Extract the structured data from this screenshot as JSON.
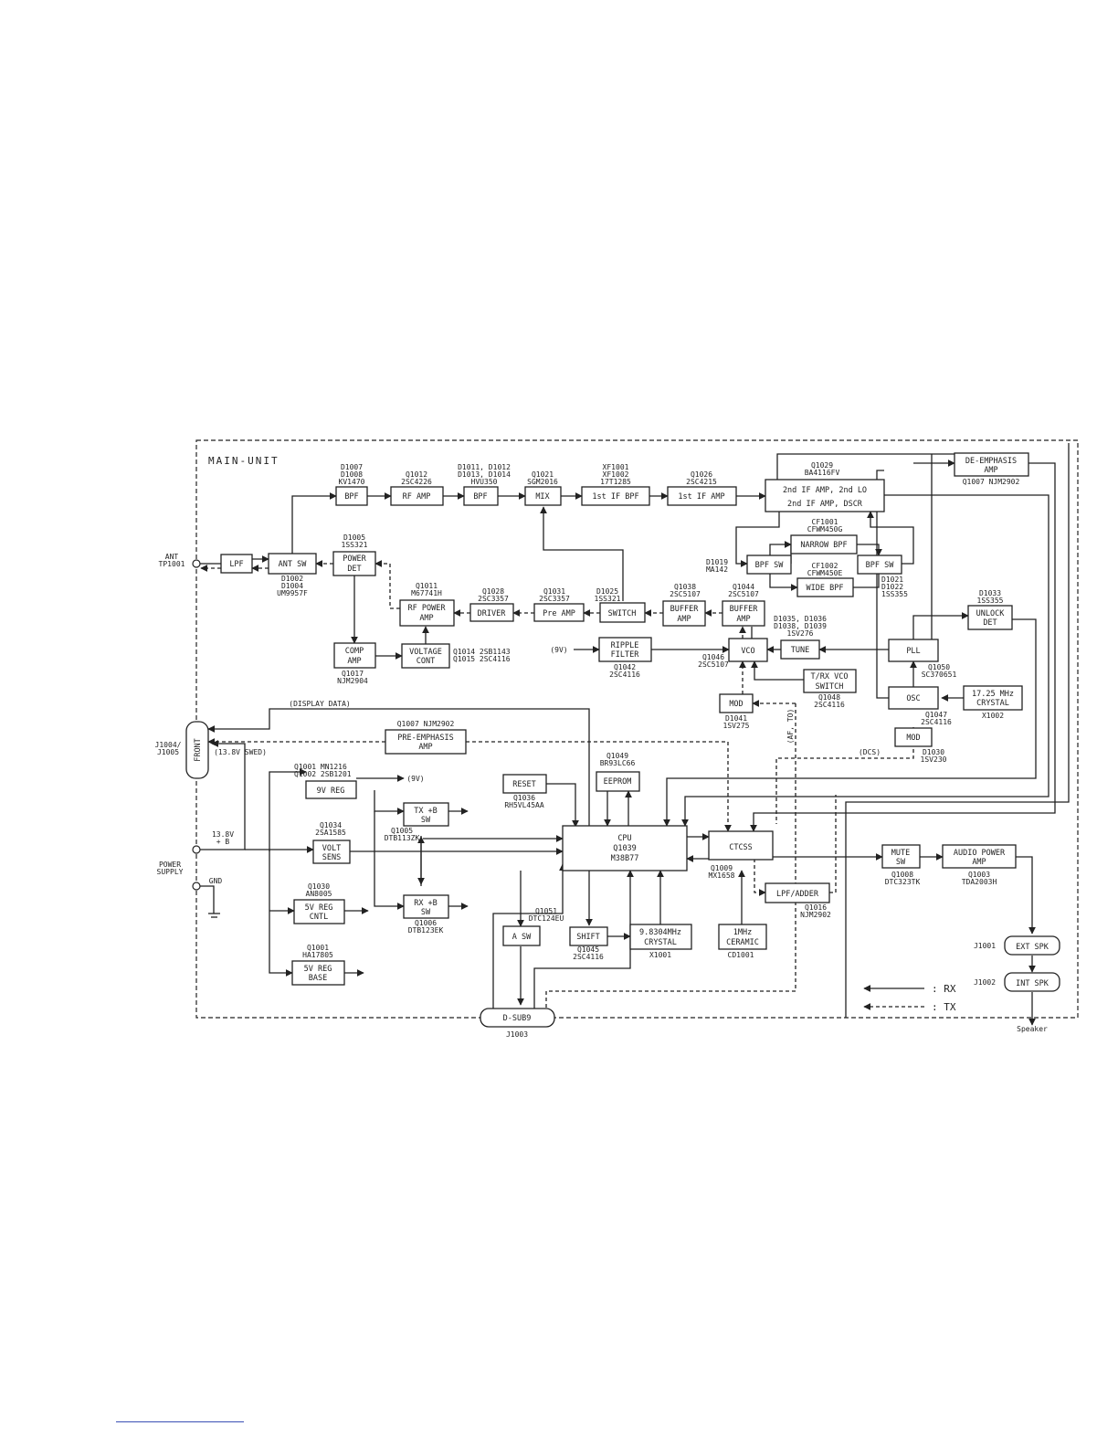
{
  "title": "MAIN-UNIT",
  "legend": {
    "rx": ": RX",
    "tx": ": TX"
  },
  "blocks": {
    "lpf": [
      "LPF"
    ],
    "ant_sw": [
      "ANT SW"
    ],
    "power_det": [
      "POWER",
      "DET"
    ],
    "bpf1": [
      "BPF"
    ],
    "rf_amp": [
      "RF AMP"
    ],
    "bpf2": [
      "BPF"
    ],
    "mix": [
      "MIX"
    ],
    "if1_bpf": [
      "1st IF BPF"
    ],
    "if1_amp": [
      "1st IF AMP"
    ],
    "if2": [
      "2nd IF AMP, 2nd LO",
      "2nd IF AMP, DSCR"
    ],
    "de_emph": [
      "DE-EMPHASIS",
      "AMP"
    ],
    "narrow_bpf": [
      "NARROW BPF"
    ],
    "bpf_sw1": [
      "BPF SW"
    ],
    "bpf_sw2": [
      "BPF SW"
    ],
    "wide_bpf": [
      "WIDE BPF"
    ],
    "rf_power_amp": [
      "RF POWER",
      "AMP"
    ],
    "driver": [
      "DRIVER"
    ],
    "pre_amp": [
      "Pre AMP"
    ],
    "switch": [
      "SWITCH"
    ],
    "buffer_amp1": [
      "BUFFER",
      "AMP"
    ],
    "buffer_amp2": [
      "BUFFER",
      "AMP"
    ],
    "unlock_det": [
      "UNLOCK",
      "DET"
    ],
    "comp_amp": [
      "COMP",
      "AMP"
    ],
    "voltage_cont": [
      "VOLTAGE",
      "CONT"
    ],
    "ripple_filter": [
      "RIPPLE",
      "FILTER"
    ],
    "vco": [
      "VCO"
    ],
    "tune": [
      "TUNE"
    ],
    "pll": [
      "PLL"
    ],
    "trx_vco_sw": [
      "T/RX VCO",
      "SWITCH"
    ],
    "mod1": [
      "MOD"
    ],
    "osc": [
      "OSC"
    ],
    "crystal_1725": [
      "17.25 MHz",
      "CRYSTAL"
    ],
    "mod2": [
      "MOD"
    ],
    "pre_emph": [
      "PRE-EMPHASIS",
      "AMP"
    ],
    "front": [
      "FRONT"
    ],
    "reg_9v": [
      "9V REG"
    ],
    "reset": [
      "RESET"
    ],
    "eeprom": [
      "EEPROM"
    ],
    "tx_b_sw": [
      "TX +B",
      "SW"
    ],
    "volt_sens": [
      "VOLT",
      "SENS"
    ],
    "cpu": [
      "CPU",
      "Q1039",
      "M38B77"
    ],
    "ctcss": [
      "CTCSS"
    ],
    "mute_sw": [
      "MUTE",
      "SW"
    ],
    "audio_power_amp": [
      "AUDIO POWER",
      "AMP"
    ],
    "rx_b_sw": [
      "RX +B",
      "SW"
    ],
    "lpf_adder": [
      "LPF/ADDER"
    ],
    "reg_5v_cntl": [
      "5V REG",
      "CNTL"
    ],
    "a_sw": [
      "A SW"
    ],
    "shift": [
      "SHIFT"
    ],
    "crystal_983": [
      "9.8304MHz",
      "CRYSTAL"
    ],
    "ceramic_1mhz": [
      "1MHz",
      "CERAMIC"
    ],
    "ext_spk": [
      "EXT SPK"
    ],
    "int_spk": [
      "INT SPK"
    ],
    "reg_5v_base": [
      "5V REG",
      "BASE"
    ],
    "d_sub9": [
      "D-SUB9"
    ]
  },
  "labels": {
    "l_bpf1": [
      "D1007",
      "D1008",
      "KV1470"
    ],
    "l_rfamp": [
      "Q1012",
      "2SC4226"
    ],
    "l_bpf2": [
      "D1011, D1012",
      "D1013, D1014",
      "HVU350"
    ],
    "l_mix": [
      "Q1021",
      "SGM2016"
    ],
    "l_xf": [
      "XF1001",
      "XF1002",
      "17T1285"
    ],
    "l_ifamp": [
      "Q1026",
      "2SC4215"
    ],
    "l_q1029": [
      "Q1029",
      "BA4116FV"
    ],
    "l_q1007a": [
      "Q1007 NJM2902"
    ],
    "l_d1005": [
      "D1005",
      "1SS321"
    ],
    "l_cf1001": [
      "CF1001",
      "CFWM450G"
    ],
    "l_cf1002": [
      "CF1002",
      "CFWM450E"
    ],
    "l_d1019": [
      "D1019",
      "MA142"
    ],
    "l_d1021": [
      "D1021",
      "D1022",
      "1SS355"
    ],
    "ant_label": [
      "ANT",
      "TP1001"
    ],
    "l_d1002": [
      "D1002",
      "D1004",
      "UM9957F"
    ],
    "l_q1011": [
      "Q1011",
      "M67741H"
    ],
    "l_q1028": [
      "Q1028",
      "2SC3357"
    ],
    "l_q1031": [
      "Q1031",
      "2SC3357"
    ],
    "l_d1025": [
      "D1025",
      "1SS321"
    ],
    "l_q1038": [
      "Q1038",
      "2SC5107"
    ],
    "l_q1044": [
      "Q1044",
      "2SC5107"
    ],
    "l_d1033": [
      "D1033",
      "1SS355"
    ],
    "l_d1035": [
      "D1035, D1036",
      "D1038, D1039",
      "1SV276"
    ],
    "l_9v_a": [
      "(9V)"
    ],
    "l_q1017": [
      "Q1017",
      "NJM2904"
    ],
    "l_q1014": [
      "Q1014  2SB1143",
      "Q1015  2SC4116"
    ],
    "l_q1042": [
      "Q1042",
      "2SC4116"
    ],
    "l_q1046": [
      "Q1046",
      "2SC5107"
    ],
    "l_q1050": [
      "Q1050",
      "SC370651"
    ],
    "l_display": [
      "(DISPLAY DATA)"
    ],
    "l_q1048": [
      "Q1048",
      "2SC4116"
    ],
    "l_d1041": [
      "D1041",
      "1SV275"
    ],
    "l_q1047": [
      "Q1047",
      "2SC4116"
    ],
    "l_x1002": [
      "X1002"
    ],
    "l_j1004": [
      "J1004/",
      "J1005"
    ],
    "l_q1007b": [
      "Q1007 NJM2902"
    ],
    "l_afto": [
      "(AF, TO)"
    ],
    "l_dcs": [
      "(DCS)"
    ],
    "l_d1030": [
      "D1030",
      "1SV230"
    ],
    "l_13v8": [
      "(13.8V SWED)"
    ],
    "l_q1001": [
      "Q1001 MN1216",
      "Q1002 2SB1201"
    ],
    "l_9v_b": [
      "(9V)"
    ],
    "l_q1049": [
      "Q1049",
      "BR93LC66"
    ],
    "l_q1036": [
      "Q1036",
      "RH5VL45AA"
    ],
    "l_q1034": [
      "Q1034",
      "2SA1585"
    ],
    "l_q1005": [
      "Q1005",
      "DTB113ZK"
    ],
    "l_138b": [
      "13.8V",
      "+ B"
    ],
    "l_power": [
      "POWER",
      "SUPPLY"
    ],
    "l_gnd": [
      "GND"
    ],
    "l_q1009": [
      "Q1009",
      "MX1658"
    ],
    "l_q1008": [
      "Q1008",
      "DTC323TK"
    ],
    "l_q1003": [
      "Q1003",
      "TDA2003H"
    ],
    "l_q1030": [
      "Q1030",
      "AN8005"
    ],
    "l_q1006": [
      "Q1006",
      "DTB123EK"
    ],
    "l_q1051": [
      "Q1051",
      "DTC124EU"
    ],
    "l_q1016": [
      "Q1016",
      "NJM2902"
    ],
    "l_q1045": [
      "Q1045",
      "2SC4116"
    ],
    "l_x1001": [
      "X1001"
    ],
    "l_cd1001": [
      "CD1001"
    ],
    "l_j1001": [
      "J1001"
    ],
    "l_j1002": [
      "J1002"
    ],
    "l_q1001b": [
      "Q1001",
      "HA17805"
    ],
    "l_j1003": [
      "J1003"
    ],
    "l_speaker": [
      "Speaker"
    ]
  }
}
